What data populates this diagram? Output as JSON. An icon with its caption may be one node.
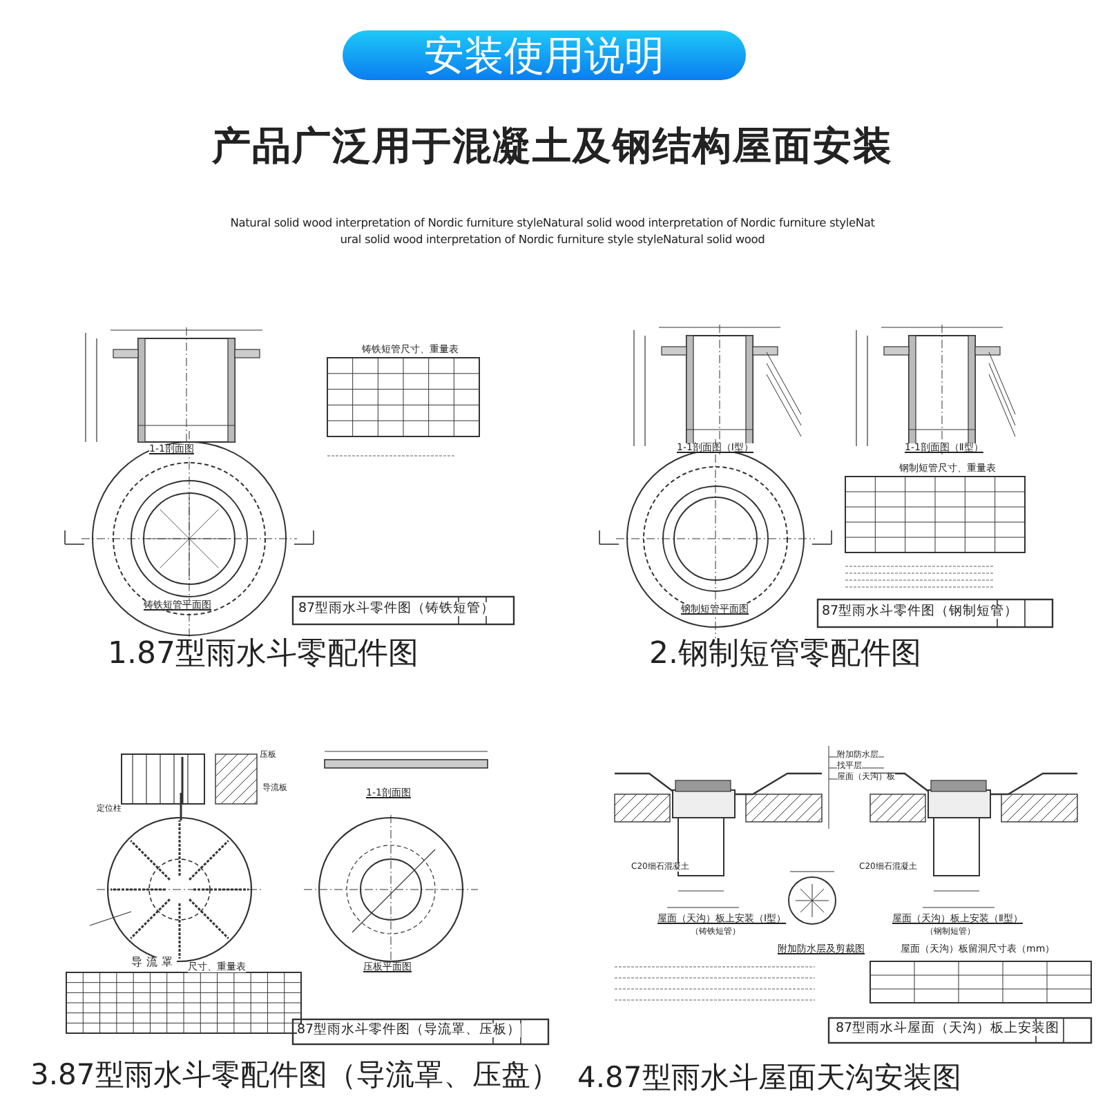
{
  "diagram": {
    "title": "安装使用说明",
    "nodes": [
      {
        "text": [],
        "shape": "picture",
        "beside": [
          "1.87型雨水斗零配件图"
        ]
      },
      {
        "text": [],
        "shape": "picture",
        "beside": [
          "2.钢制短管零配件图"
        ]
      },
      {
        "text": [],
        "shape": "picture",
        "beside": [
          "3.87型雨水斗零配件图（导流罩、压盘）"
        ]
      },
      {
        "text": [],
        "shape": "picture",
        "beside": [
          "4.87型雨水斗屋面天沟安装图"
        ]
      }
    ],
    "edges": [],
    "labels": [
      "产品广泛用于混凝土及钢结构屋面安装",
      "Natural solid wood interpretation of Nordic furniture styleNatural solid wood interpretation of Nordic furniture styleNatural solid wood interpretation of Nordic furniture style styleNatural solid wood",
      "1-1剖面图",
      "铸铁短管尺寸、重量表",
      "铸铁短管平面图",
      "87型雨水斗零件图（铸铁短管）",
      "1-1剖面图（Ⅰ型）",
      "1-1剖面图（Ⅱ型）",
      "钢制短管尺寸、重量表",
      "钢制短管平面图",
      "87型雨水斗零件图（钢制短管）",
      "压板",
      "导流板",
      "定位柱",
      "1-1剖面图",
      "导流罩",
      "尺寸、重量表",
      "压板平面图",
      "87型雨水斗零件图（导流罩、压板）",
      "附加防水层",
      "找平层",
      "屋面（天沟）板",
      "C20细石混凝土",
      "C20细石混凝土",
      "屋面（天沟）板上安装（Ⅰ型）",
      "（铸铁短管）",
      "附加防水层及剪裁图",
      "屋面（天沟）板上安装（Ⅱ型）",
      "（钢制短管）",
      "屋面（天沟）板留洞尺寸表（mm）",
      "87型雨水斗屋面（天沟）板上安装图"
    ]
  }
}
